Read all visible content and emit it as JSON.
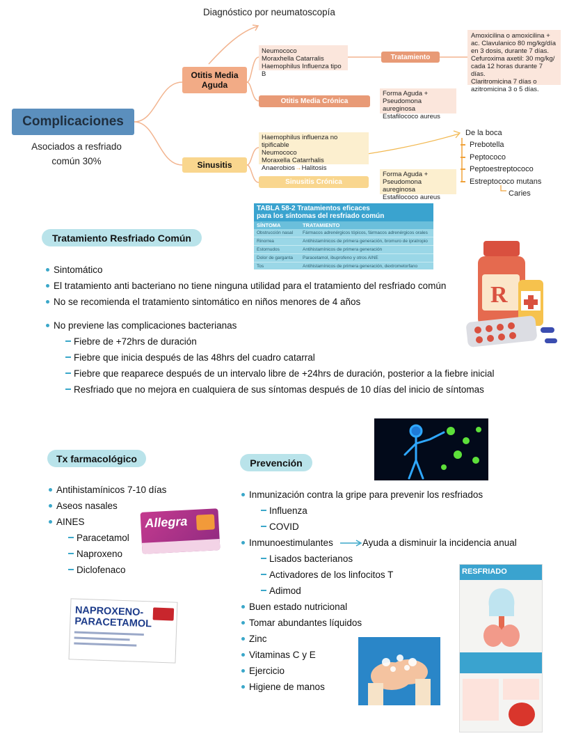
{
  "neumatoscopia": "Diagnóstico por neumatoscopía",
  "main": {
    "title": "Complicaciones",
    "caption_line1": "Asociados a resfriado",
    "caption_line2": "común 30%"
  },
  "otitis": {
    "label_line1": "Otitis Media",
    "label_line2": "Aguda",
    "agents": [
      "Neumococo",
      "Moraxhella Catarralis",
      "Haemophilus Influenza tipo B"
    ],
    "tratamiento_label": "Tratamiento",
    "tratamiento_text": [
      "Amoxicilina o amoxicilina +",
      "ac. Clavulanico 80 mg/kg/día",
      "en 3 dosis, durante 7 días.",
      "Cefuroxima axetil: 30 mg/kg/",
      "cada 12 horas durante 7 días.",
      "Claritromicina 7 días o",
      "azitromicina 3 o 5 días."
    ],
    "cronica_label": "Otitis Media Crónica",
    "cronica_text": [
      "Forma Aguda +",
      "Pseudomona aureginosa",
      "Estafilococo aureus"
    ]
  },
  "sinusitis": {
    "label": "Sinusitis",
    "agents": [
      "Haemophilus influenza no tipificable",
      "Neumococo",
      "Moraxella Catarrhalis"
    ],
    "anaerobios": "Anaerobios",
    "halitosis": "Halitosis",
    "cronica_label": "Sinusitis Crónica",
    "cronica_text": [
      "Forma Aguda +",
      "Pseudomona aureginosa",
      "Estafilococo aureus"
    ],
    "boca_title": "De la boca",
    "boca_items": [
      "Prebotella",
      "Peptococo",
      "Peptoestreptococo",
      "Estreptococo mutans"
    ],
    "caries": "Caries"
  },
  "tabla": {
    "title1": "TABLA 58-2   Tratamientos eficaces",
    "title2": "para los síntomas del resfriado común",
    "col1": "SÍNTOMA",
    "col2": "TRATAMIENTO",
    "rows": [
      [
        "Obstrucción nasal",
        "Fármacos adrenérgicos tópicos, fármacos adrenérgicos orales"
      ],
      [
        "Rinorrea",
        "Antihistamínicos de primera generación, bromuro de ipratropio"
      ],
      [
        "Estornudos",
        "Antihistamínicos de primera generación"
      ],
      [
        "Dolor de garganta",
        "Paracetamol, ibuprofeno y otros AINE"
      ],
      [
        "Tos",
        "Antihistamínicos de primera generación, dextrometorfano"
      ]
    ]
  },
  "tratamiento": {
    "heading": "Tratamiento Resfriado Común",
    "bullets": [
      "Sintomático",
      "El tratamiento anti bacteriano no tiene ninguna utilidad para el tratamiento del resfriado común",
      "No se recomienda el tratamiento sintomático en niños menores de 4 años"
    ],
    "complicaciones_bullet": "No previene las complicaciones bacterianas",
    "complicaciones_sub": [
      "Fiebre de +72hrs de duración",
      "Fiebre que inicia después de las 48hrs del cuadro catarral",
      "Fiebre que reaparece después de un intervalo libre de +24hrs de duración, posterior a la fiebre inicial",
      "Resfriado que no mejora en cualquiera de sus síntomas después de 10 días del inicio de síntomas"
    ]
  },
  "tx": {
    "heading": "Tx farmacológico",
    "bullets": [
      "Antihistamínicos 7-10 días",
      "Aseos nasales",
      "AINES"
    ],
    "aines": [
      "Paracetamol",
      "Naproxeno",
      "Diclofenaco"
    ],
    "allegra": "Allegra",
    "naproxeno_box1": "NAPROXENO-",
    "naproxeno_box2": "PARACETAMOL"
  },
  "prevencion": {
    "heading": "Prevención",
    "inmunizacion": "Inmunización contra la gripe para prevenir los resfriados",
    "vacunas": [
      "Influenza",
      "COVID"
    ],
    "inmunoestimulantes": "Inmunoestimulantes",
    "inmuno_note": "Ayuda a disminuir la incidencia anual",
    "inmuno_sub": [
      "Lisados bacterianos",
      "Activadores de los linfocitos T",
      "Adimod"
    ],
    "others": [
      "Buen estado nutricional",
      "Tomar abundantes líquidos",
      "Zinc",
      "Vitaminas C y E",
      "Ejercicio",
      "Higiene de manos"
    ]
  },
  "poster": {
    "title": "RESFRIADO"
  },
  "colors": {
    "accent": "#3aa7c9",
    "main_box": "#5b8fbd",
    "otitis": "#f2ab86",
    "sinusitis": "#f9d68e",
    "pill": "#b9e3ea"
  }
}
